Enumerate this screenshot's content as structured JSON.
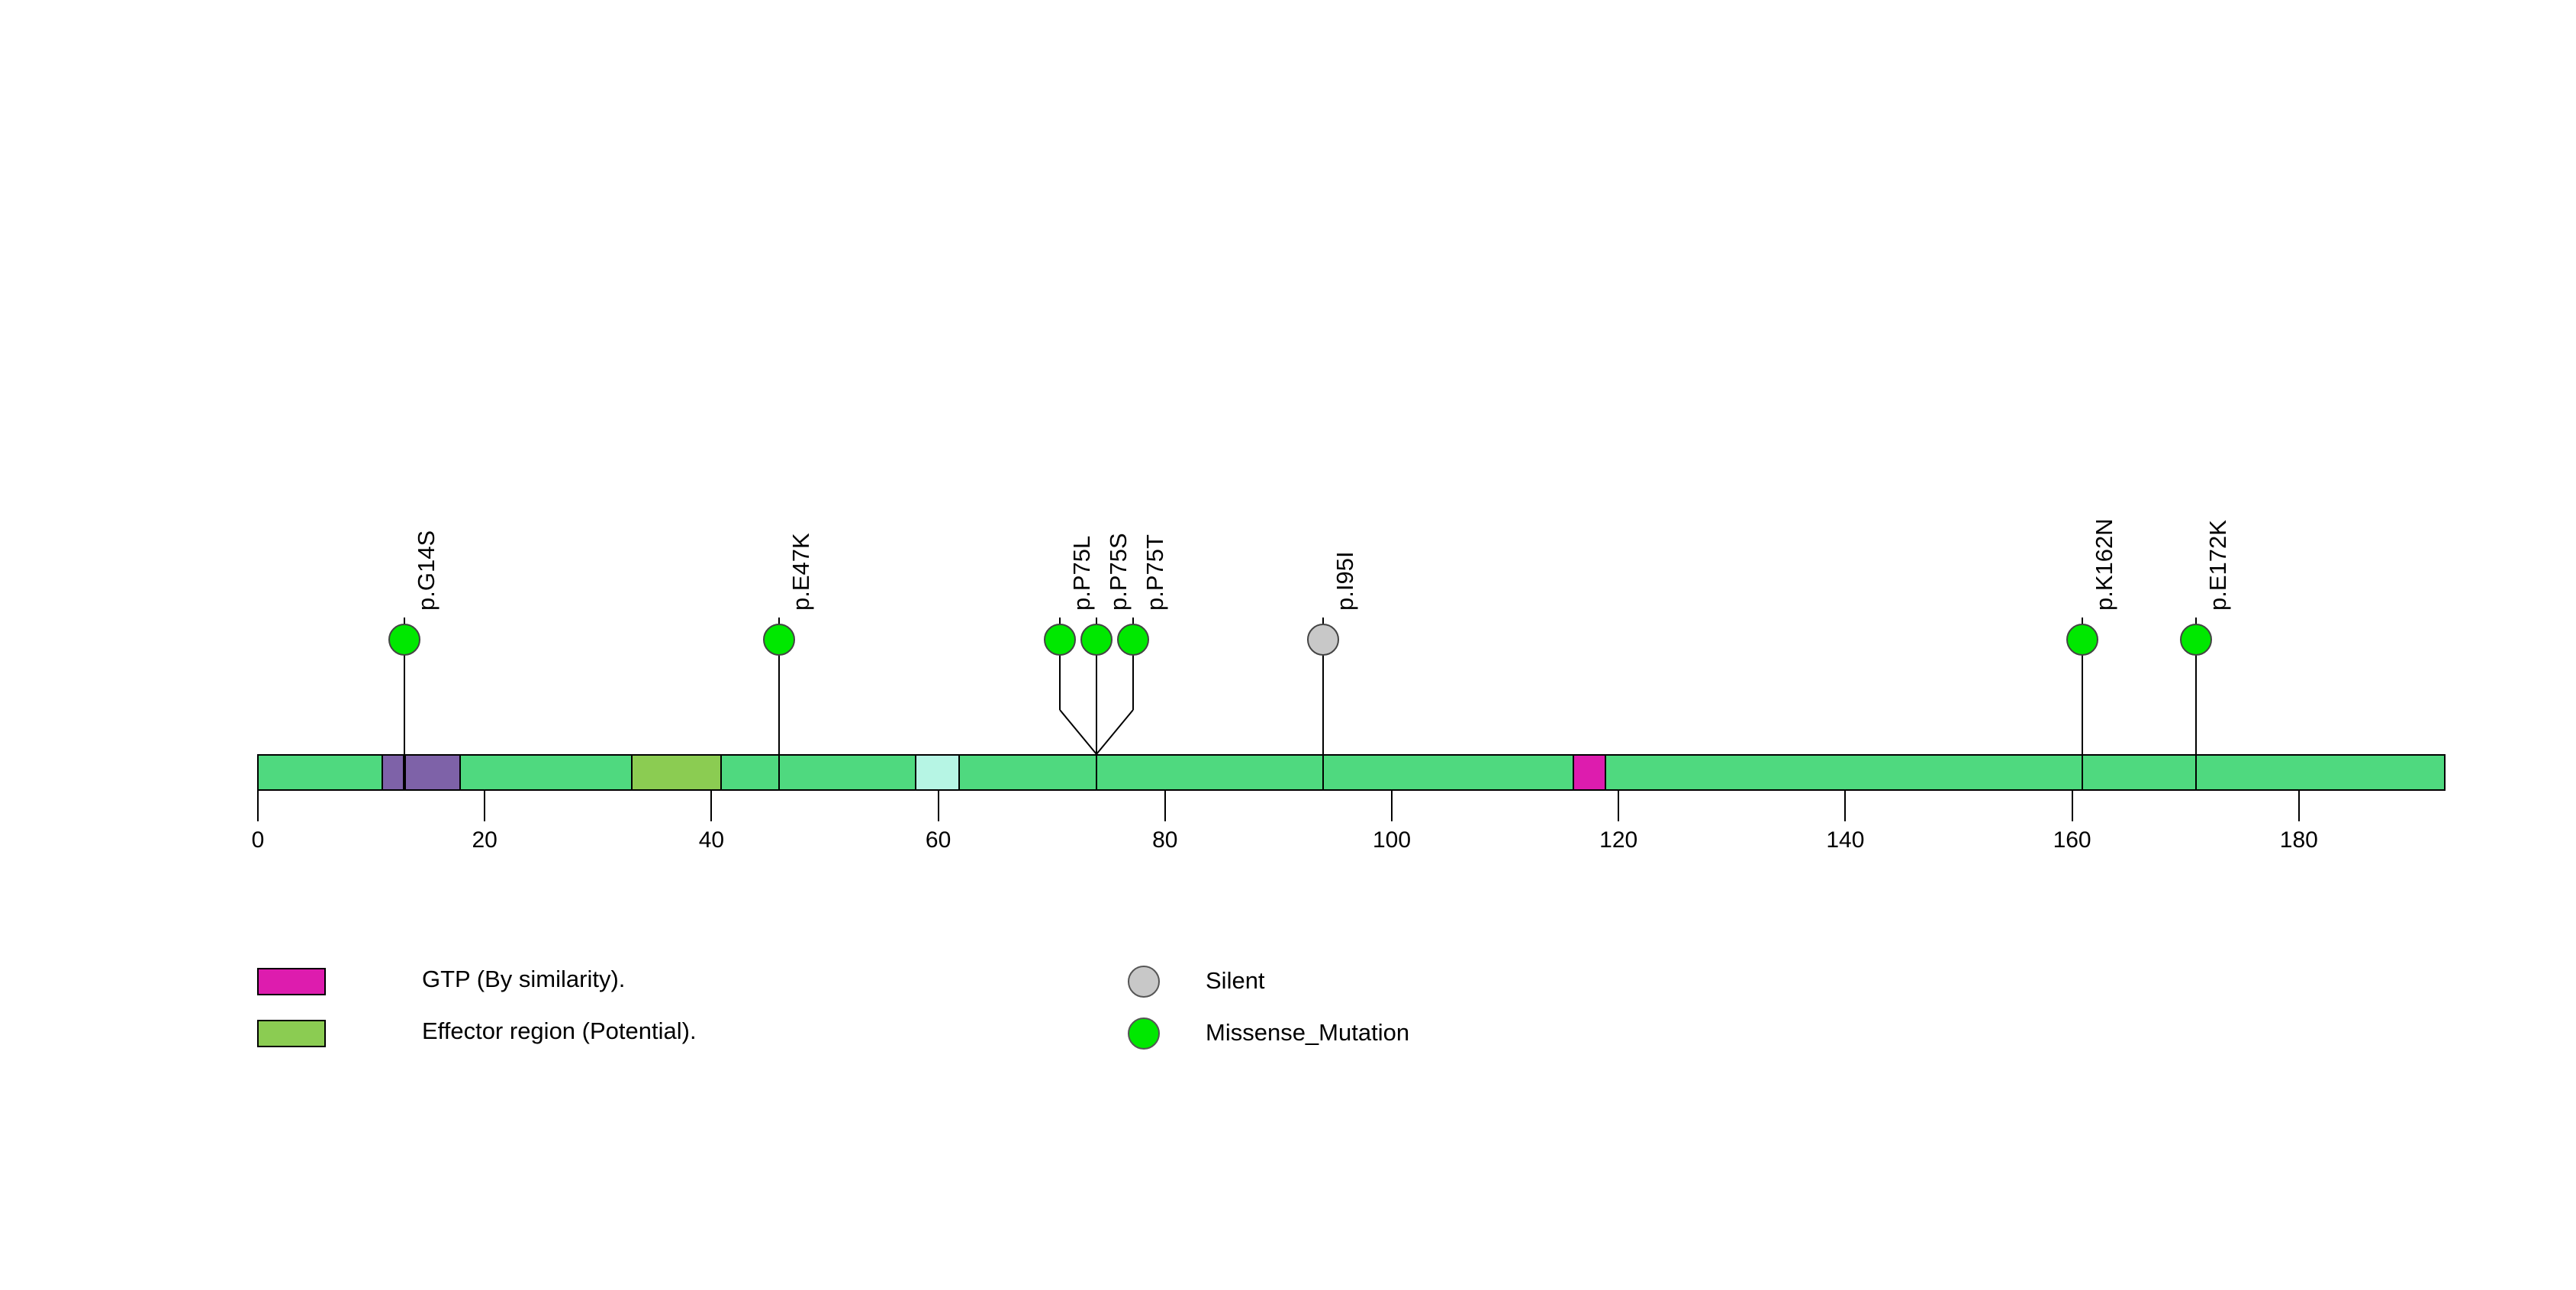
{
  "chart_data": {
    "type": "lollipop",
    "title": "",
    "xlabel": "",
    "ylabel": "",
    "xlim": [
      0,
      193
    ],
    "protein_length": 193,
    "axis_ticks": [
      0,
      20,
      40,
      60,
      80,
      100,
      120,
      140,
      160,
      180
    ],
    "axis_tick_labels": [
      "0",
      "20",
      "40",
      "60",
      "80",
      "100",
      "120",
      "140",
      "160",
      "180"
    ],
    "backbone_color": "#4FD97F",
    "mutations": [
      {
        "label": "p.G14S",
        "position": 13,
        "type": "Missense_Mutation",
        "color": "#00E800",
        "count": 1,
        "clustered": false
      },
      {
        "label": "p.E47K",
        "position": 46,
        "type": "Missense_Mutation",
        "color": "#00E800",
        "count": 1,
        "clustered": false
      },
      {
        "label": "p.P75L",
        "position": 74,
        "type": "Missense_Mutation",
        "color": "#00E800",
        "count": 1,
        "clustered": true,
        "head_offset": -5
      },
      {
        "label": "p.P75S",
        "position": 74,
        "type": "Missense_Mutation",
        "color": "#00E800",
        "count": 1,
        "clustered": true,
        "head_offset": 0
      },
      {
        "label": "p.P75T",
        "position": 74,
        "type": "Missense_Mutation",
        "color": "#00E800",
        "count": 1,
        "clustered": true,
        "head_offset": 5
      },
      {
        "label": "p.I95I",
        "position": 94,
        "type": "Silent",
        "color": "#C8C8C8",
        "count": 1,
        "clustered": false
      },
      {
        "label": "p.K162N",
        "position": 161,
        "type": "Missense_Mutation",
        "color": "#00E800",
        "count": 1,
        "clustered": false
      },
      {
        "label": "p.E172K",
        "position": 171,
        "type": "Missense_Mutation",
        "color": "#00E800",
        "count": 1,
        "clustered": false
      }
    ],
    "domains": [
      {
        "name": "",
        "start": 11,
        "end": 13,
        "color": "#7E62A8"
      },
      {
        "name": "",
        "start": 13,
        "end": 18,
        "color": "#7E62A8"
      },
      {
        "name": "Effector region (Potential).",
        "start": 33,
        "end": 41,
        "color": "#8BCC52"
      },
      {
        "name": "",
        "start": 58,
        "end": 62,
        "color": "#B6F5E4"
      },
      {
        "name": "GTP (By similarity).",
        "start": 116,
        "end": 119,
        "color": "#DD1CAE"
      }
    ]
  },
  "legend": {
    "domain_entries": [
      {
        "label": "GTP (By similarity).",
        "color": "#DD1CAE"
      },
      {
        "label": "Effector region (Potential).",
        "color": "#8BCC52"
      }
    ],
    "mutation_entries": [
      {
        "label": "Silent",
        "color": "#C8C8C8"
      },
      {
        "label": "Missense_Mutation",
        "color": "#00E800"
      }
    ]
  }
}
